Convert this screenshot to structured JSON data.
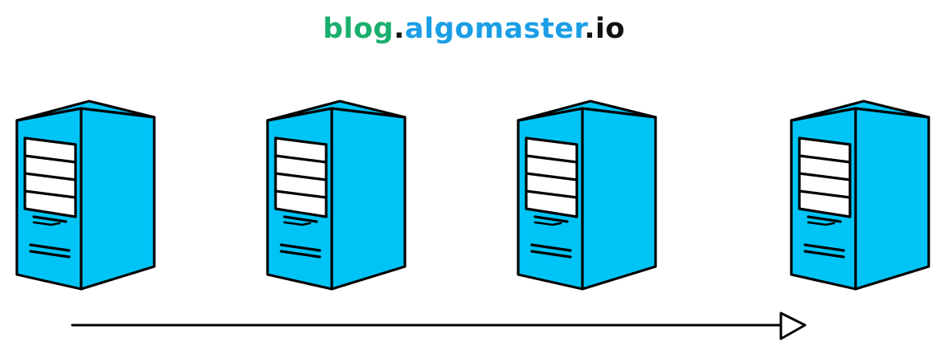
{
  "brand": {
    "part_blog": "blog",
    "dot_1": ".",
    "part_algomaster": "algomaster",
    "dot_2": ".",
    "part_io": "io",
    "colors": {
      "blog": "#1aaf6e",
      "algomaster": "#1b9ee6",
      "dark": "#111111"
    }
  },
  "servers": [
    {
      "icon": "server-icon",
      "color": "#00c4f5"
    },
    {
      "icon": "server-icon",
      "color": "#00c4f5"
    },
    {
      "icon": "server-icon",
      "color": "#00c4f5"
    },
    {
      "icon": "server-icon",
      "color": "#00c4f5"
    }
  ],
  "arrow": {
    "icon": "arrow-right-icon",
    "color": "#000000"
  }
}
